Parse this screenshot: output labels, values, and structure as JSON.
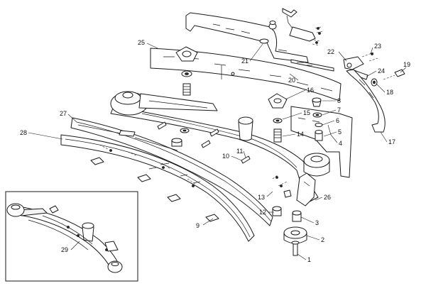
{
  "callouts": {
    "c1": "1",
    "c2": "2",
    "c3": "3",
    "c4": "4",
    "c5": "5",
    "c6": "6",
    "c7": "7",
    "c8": "8",
    "c9": "9",
    "c10": "10",
    "c11": "11",
    "c12": "12",
    "c13": "13",
    "c14": "14",
    "c15": "15",
    "c16": "16",
    "c17": "17",
    "c18": "18",
    "c19": "19",
    "c20": "20",
    "c21": "21",
    "c22": "22",
    "c23": "23",
    "c24": "24",
    "c25": "25",
    "c26": "26",
    "c27": "27",
    "c28": "28",
    "c29": "29"
  },
  "colors": {
    "line": "#1a1a1a",
    "paper": "#ffffff",
    "shade": "#f3f3f3"
  }
}
